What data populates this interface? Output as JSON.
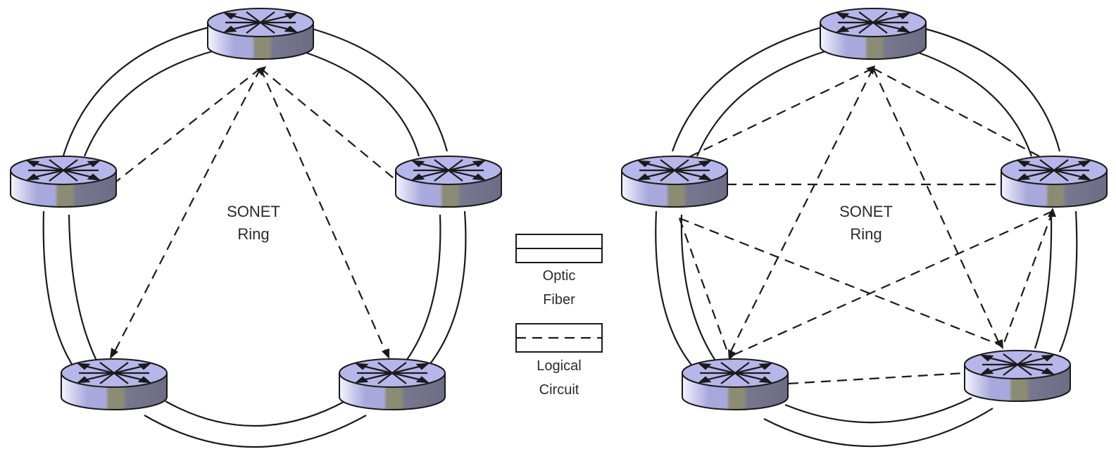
{
  "rings": [
    {
      "id": "left",
      "label_line1": "SONET",
      "label_line2": "Ring",
      "routers": 5,
      "circuit_topology": "hub-and-spoke"
    },
    {
      "id": "right",
      "label_line1": "SONET",
      "label_line2": "Ring",
      "routers": 5,
      "circuit_topology": "full-mesh"
    }
  ],
  "legend": {
    "fiber_line1": "Optic",
    "fiber_line2": "Fiber",
    "circuit_line1": "Logical",
    "circuit_line2": "Circuit"
  },
  "icons": {
    "router": "router-icon"
  },
  "colors": {
    "router_top": "#b4b4e8",
    "router_side": "#a8a8d8",
    "router_band": "#8a8a72",
    "line": "#1a1a1a"
  }
}
